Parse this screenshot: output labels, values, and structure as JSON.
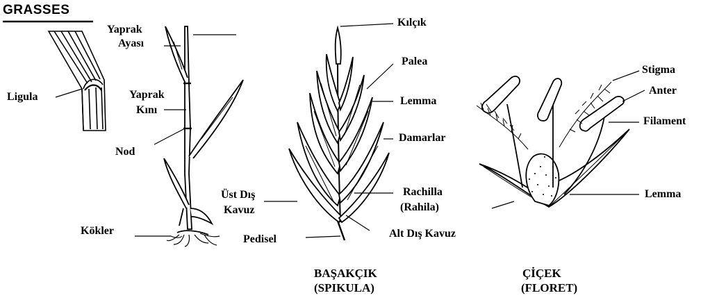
{
  "title": "GRASSES",
  "labels": {
    "yaprak_ayasi_1": "Yaprak",
    "yaprak_ayasi_2": "Ayası",
    "ligula": "Ligula",
    "yaprak_kini_1": "Yaprak",
    "yaprak_kini_2": "Kını",
    "nod": "Nod",
    "ust_dis_kavuz_1": "Üst Dış",
    "ust_dis_kavuz_2": "Kavuz",
    "kokler": "Kökler",
    "pedisel": "Pedisel",
    "kilcik": "Kılçık",
    "palea": "Palea",
    "lemma": "Lemma",
    "damarlar": "Damarlar",
    "rachilla_1": "Rachilla",
    "rachilla_2": "(Rahila)",
    "alt_dis_kavuz": "Alt Dış Kavuz",
    "stigma": "Stigma",
    "anter": "Anter",
    "filament": "Filament",
    "lemma_floret": "Lemma"
  },
  "captions": {
    "spikelet_1": "BAŞAKÇIK",
    "spikelet_2": "(SPIKULA)",
    "floret_1": "ÇİÇEK",
    "floret_2": "(FLORET)"
  }
}
